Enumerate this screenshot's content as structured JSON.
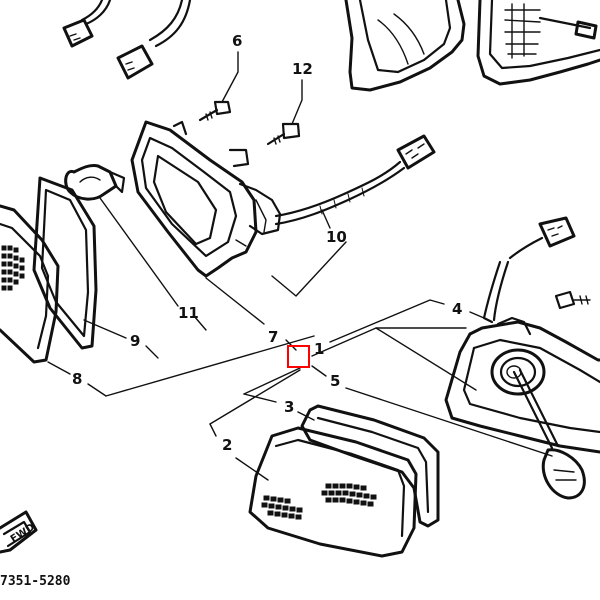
{
  "diagram": {
    "callouts": {
      "c1": "1",
      "c2": "2",
      "c3": "3",
      "c4": "4",
      "c5": "5",
      "c6": "6",
      "c7": "7",
      "c8": "8",
      "c9": "9",
      "c10": "10",
      "c11": "11",
      "c12": "12"
    },
    "fwd_label": "FWD",
    "part_number": "7351-5280",
    "highlight_color": "#ff0000"
  }
}
